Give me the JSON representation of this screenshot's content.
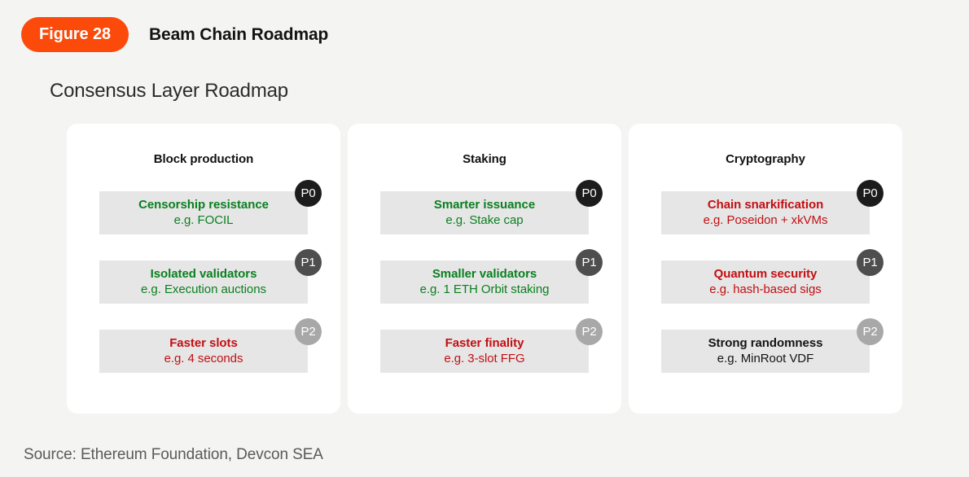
{
  "header": {
    "figure_label": "Figure 28",
    "figure_title": "Beam Chain Roadmap",
    "pill_color": "#fb4a0a"
  },
  "subtitle": "Consensus Layer Roadmap",
  "colors": {
    "green": "#0a8020",
    "red": "#c30f13",
    "dark": "#141414",
    "bar_bg": "#e6e6e6",
    "page_bg": "#f4f4f3",
    "badge_p0": "#1c1c1c",
    "badge_p1": "#4e4e4e",
    "badge_p2": "#a8a8a8"
  },
  "columns": [
    {
      "title": "Block production",
      "items": [
        {
          "priority": "P0",
          "priority_level": "p0",
          "title": "Censorship resistance",
          "example": "e.g. FOCIL",
          "tone": "tone-green"
        },
        {
          "priority": "P1",
          "priority_level": "p1",
          "title": "Isolated validators",
          "example": "e.g. Execution auctions",
          "tone": "tone-green"
        },
        {
          "priority": "P2",
          "priority_level": "p2",
          "title": "Faster slots",
          "example": "e.g. 4 seconds",
          "tone": "tone-red"
        }
      ]
    },
    {
      "title": "Staking",
      "items": [
        {
          "priority": "P0",
          "priority_level": "p0",
          "title": "Smarter issuance",
          "example": "e.g. Stake cap",
          "tone": "tone-green"
        },
        {
          "priority": "P1",
          "priority_level": "p1",
          "title": "Smaller validators",
          "example": "e.g. 1 ETH Orbit staking",
          "tone": "tone-green"
        },
        {
          "priority": "P2",
          "priority_level": "p2",
          "title": "Faster finality",
          "example": "e.g. 3-slot FFG",
          "tone": "tone-red"
        }
      ]
    },
    {
      "title": "Cryptography",
      "items": [
        {
          "priority": "P0",
          "priority_level": "p0",
          "title": "Chain snarkification",
          "example": "e.g. Poseidon + xkVMs",
          "tone": "tone-red"
        },
        {
          "priority": "P1",
          "priority_level": "p1",
          "title": "Quantum security",
          "example": "e.g. hash-based sigs",
          "tone": "tone-red"
        },
        {
          "priority": "P2",
          "priority_level": "p2",
          "title": "Strong randomness",
          "example": "e.g. MinRoot VDF",
          "tone": "tone-dark"
        }
      ]
    }
  ],
  "source": "Source: Ethereum Foundation, Devcon SEA"
}
